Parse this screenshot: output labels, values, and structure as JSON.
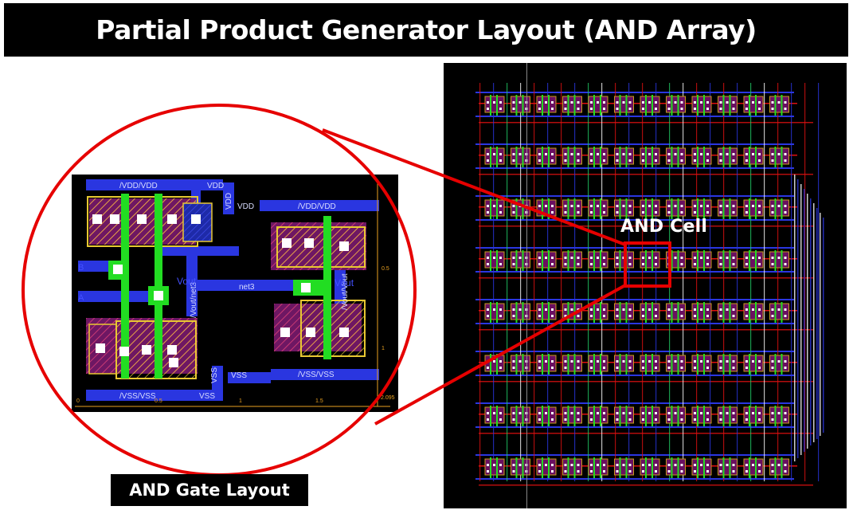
{
  "title": "Partial Product Generator Layout (AND Array)",
  "caption": "AND Gate Layout",
  "cell_label": "AND Cell",
  "gate_labels": {
    "vdd_vdd_left": "/VDD/VDD",
    "vdd_vdd_right": "/VDD/VDD",
    "vdd_top_right": "VDD",
    "vdd_vertical": "VDD",
    "vdd_mid": "VDD",
    "vss_vss_left": "/VSS/VSS",
    "vss_vss_right": "/VSS/VSS",
    "vss_vertical": "VSS",
    "vss_mid": "VSS",
    "vss_bottom": "VSS",
    "net3": "net3",
    "vout_net3": "/Vout/net3",
    "vout_vout": "/Vout/Vout",
    "vout_left": "Vout",
    "vout_right": "Vout",
    "pin_a": "A",
    "pin_b": "B"
  },
  "ruler": {
    "bottom_ticks": [
      "0",
      "0.5",
      "1",
      "1.5",
      "2.095"
    ],
    "right_ticks": [
      "0.5",
      "1"
    ]
  },
  "colors": {
    "highlight": "#e60000",
    "metal1": "#2a36e0",
    "poly": "#22dd22",
    "diffusion": "#d81b9b",
    "nwell": "#e8c832",
    "contact": "#ffffff"
  }
}
